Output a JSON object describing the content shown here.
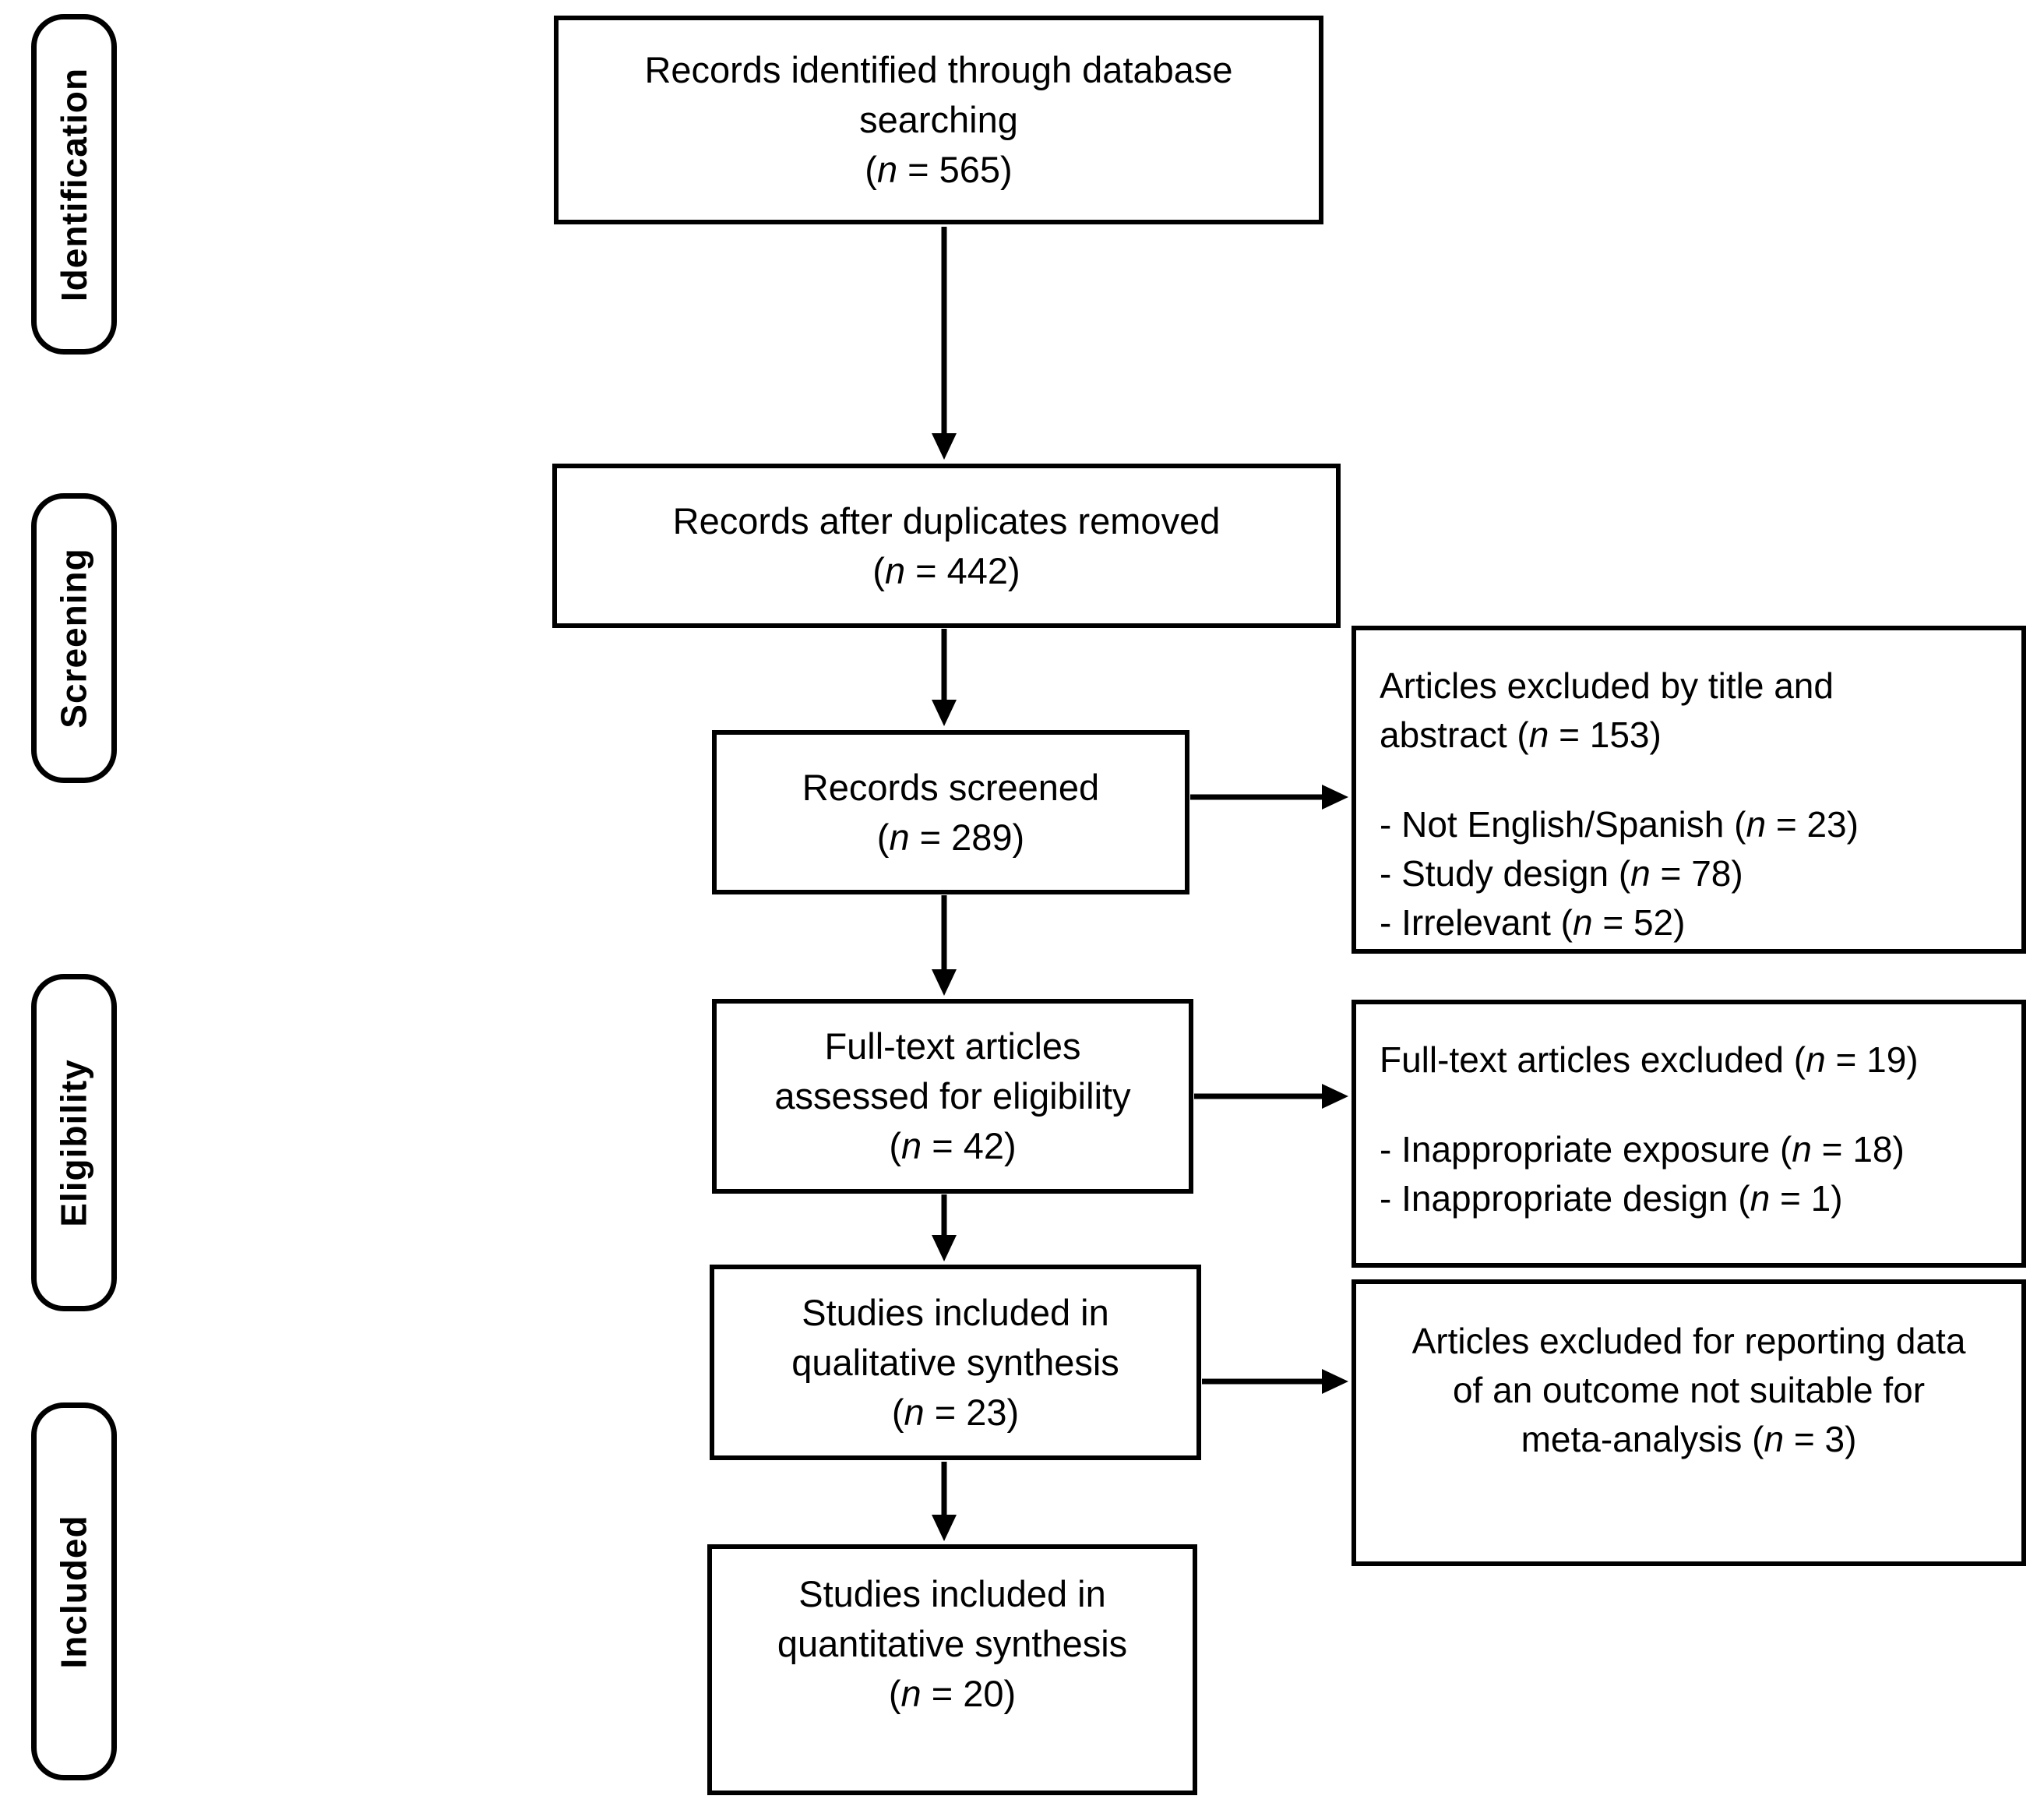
{
  "stages": [
    "Identification",
    "Screening",
    "Eligibility",
    "Included"
  ],
  "flow_boxes": {
    "identified": {
      "lines": [
        "Records identified through database",
        "searching",
        "(n = 565)"
      ]
    },
    "deduplicated": {
      "lines": [
        "Records after duplicates removed",
        "(n = 442)"
      ]
    },
    "screened": {
      "lines": [
        "Records screened",
        "(n = 289)"
      ]
    },
    "fulltext": {
      "lines": [
        "Full-text articles",
        "assessed for eligibility",
        "(n = 42)"
      ]
    },
    "qualitative": {
      "lines": [
        "Studies included in",
        "qualitative synthesis",
        "(n = 23)"
      ]
    },
    "quantitative": {
      "lines": [
        "Studies included in",
        "quantitative synthesis",
        "(n = 20)"
      ]
    }
  },
  "exclusion_boxes": {
    "title_abstract": {
      "title_lines": [
        "Articles excluded by title and",
        "abstract (n = 153)"
      ],
      "items": [
        "- Not English/Spanish (n = 23)",
        "- Study design (n = 78)",
        "- Irrelevant (n = 52)"
      ]
    },
    "fulltext_excluded": {
      "title_lines": [
        "Full-text articles excluded (n = 19)"
      ],
      "items": [
        "- Inappropriate exposure (n = 18)",
        "- Inappropriate design (n = 1)"
      ]
    },
    "meta_analysis_excluded": {
      "lines": [
        "Articles excluded for reporting data",
        "of an outcome not suitable for",
        "meta-analysis (n = 3)"
      ]
    }
  }
}
